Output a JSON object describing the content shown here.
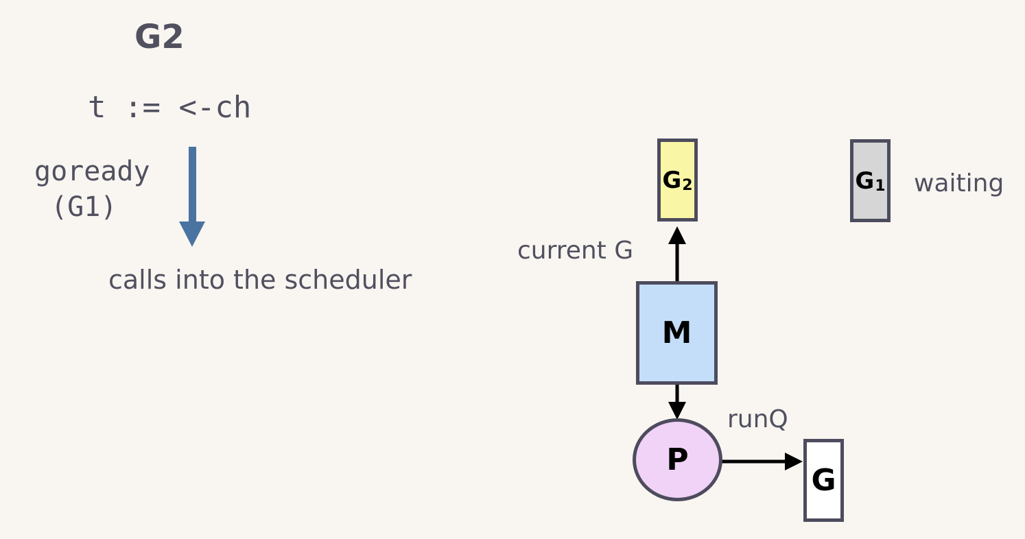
{
  "heading": "G2",
  "code": {
    "statement": "t := <-ch",
    "call_line1": "goready",
    "call_line2": " (G1)"
  },
  "caption": "calls into the scheduler",
  "diagram": {
    "g2": {
      "letter": "G",
      "sub": "2"
    },
    "g1": {
      "letter": "G",
      "sub": "1"
    },
    "m": "M",
    "p": "P",
    "g": "G",
    "current_g_label": "current G",
    "waiting_label": "waiting",
    "runq_label": "runQ"
  },
  "colors": {
    "background": "#f9f5f1",
    "text": "#50505f",
    "arrow_blue": "#4a73a2",
    "g2_fill": "#f9f6a6",
    "g1_fill": "#d6d6d6",
    "m_fill": "#c4def9",
    "p_fill": "#f0d3f7",
    "g_fill": "#ffffff",
    "border": "#4d4c5e"
  }
}
